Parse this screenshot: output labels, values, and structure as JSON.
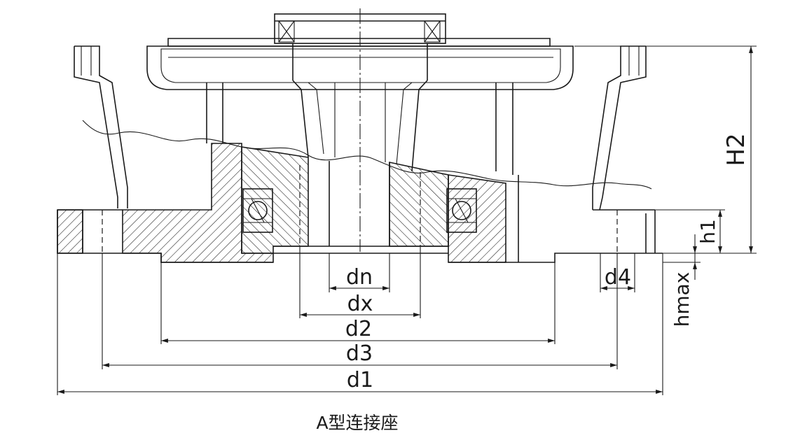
{
  "caption": "A型连接座",
  "labels": {
    "dn": "dn",
    "dx": "dx",
    "d2": "d2",
    "d3": "d3",
    "d1": "d1",
    "d4": "d4",
    "H2": "H2",
    "h1": "h1",
    "hmax": "hmax"
  },
  "colors": {
    "ink": "#1a1a1a",
    "background": "#ffffff"
  }
}
